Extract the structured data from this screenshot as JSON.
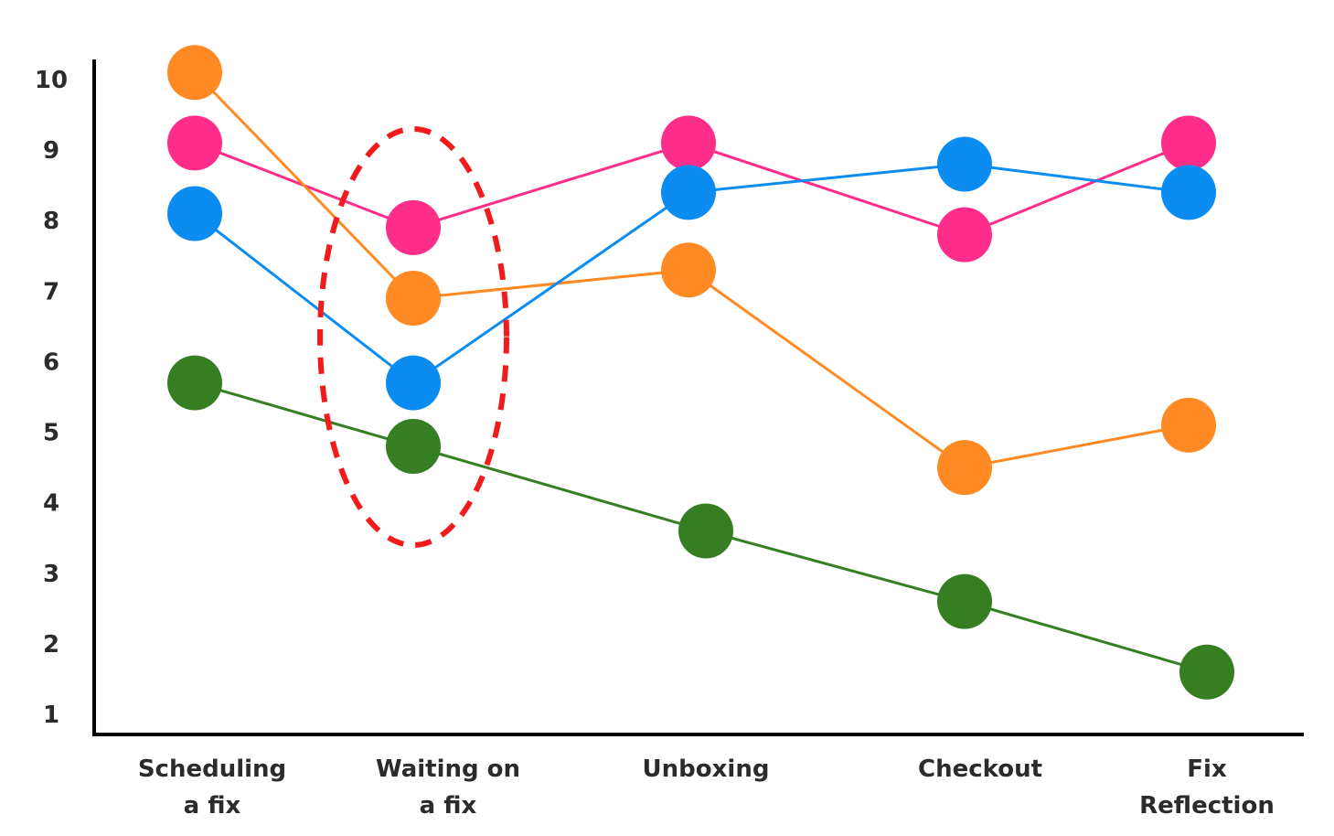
{
  "chart_data": {
    "type": "line",
    "title": "",
    "xlabel": "",
    "ylabel": "",
    "categories": [
      [
        "Scheduling",
        "a fix"
      ],
      [
        "Waiting on",
        "a fix"
      ],
      [
        "Unboxing"
      ],
      [
        "Checkout"
      ],
      [
        "Fix",
        "Reflection"
      ]
    ],
    "yticks": [
      "1",
      "2",
      "3",
      "4",
      "5",
      "6",
      "7",
      "8",
      "9",
      "10"
    ],
    "ylim": [
      0.7,
      10.3
    ],
    "grid": false,
    "legend": "none",
    "series": [
      {
        "color": "#ff2d8a",
        "values": [
          9.1,
          7.9,
          9.1,
          7.8,
          9.1
        ]
      },
      {
        "color": "#ff8a24",
        "values": [
          10.1,
          6.9,
          7.3,
          4.5,
          5.1
        ]
      },
      {
        "color": "#0a8cf0",
        "values": [
          8.1,
          5.7,
          8.4,
          8.8,
          8.4
        ]
      },
      {
        "color": "#357e22",
        "values": [
          5.7,
          4.8,
          3.6,
          2.6,
          1.6
        ]
      }
    ],
    "annotation": {
      "type": "dashed-ellipse",
      "color": "#f21b1b",
      "category_index": 1,
      "y_range": [
        3.4,
        9.3
      ]
    }
  }
}
